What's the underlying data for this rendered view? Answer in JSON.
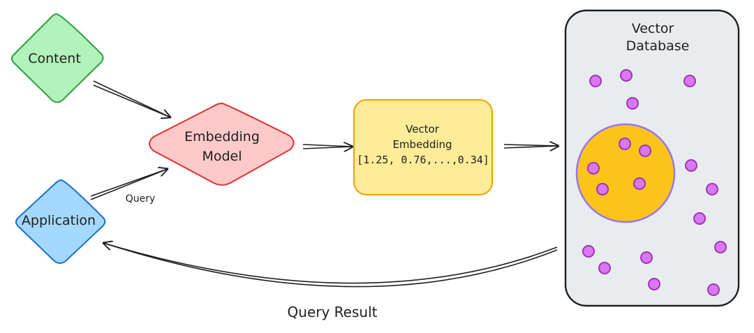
{
  "nodes": {
    "content": {
      "label": "Content",
      "fill": "#b2f2bb",
      "stroke": "#2f9e44"
    },
    "application": {
      "label": "Application",
      "fill": "#a5d8ff",
      "stroke": "#1971c2"
    },
    "embedding_model": {
      "line1": "Embedding",
      "line2": "Model",
      "fill": "#ffc9c9",
      "stroke": "#e03131"
    },
    "vector_embedding": {
      "line1": "Vector",
      "line2": "Embedding",
      "line3": "[1.25, 0.76,...,0.34]",
      "fill": "#ffec99",
      "stroke": "#f59f00"
    },
    "vector_database": {
      "line1": "Vector",
      "line2": "Database",
      "fill": "#e9ecef",
      "stroke": "#1e1e1e"
    }
  },
  "cluster": {
    "fill": "#fcc419",
    "stroke": "#9775fa"
  },
  "vector_point": {
    "fill": "#da77f2",
    "stroke": "#9c36b5"
  },
  "edges": {
    "query_label": "Query",
    "query_result_label": "Query Result"
  }
}
